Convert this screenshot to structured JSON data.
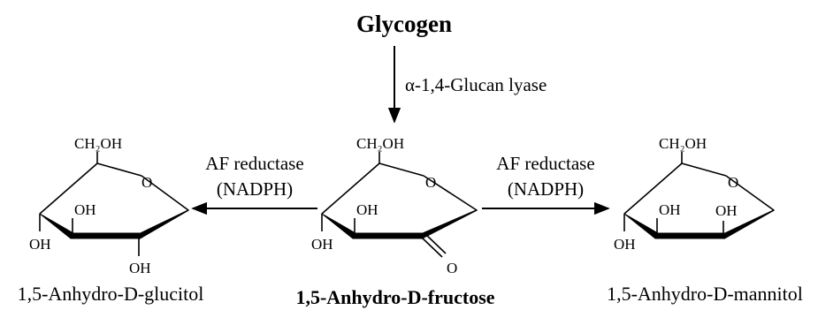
{
  "source": "Glycogen",
  "enzyme_top": "α-1,4-Glucan lyase",
  "enzyme_left": {
    "line1": "AF reductase",
    "line2": "(NADPH)"
  },
  "enzyme_right": {
    "line1": "AF reductase",
    "line2": "(NADPH)"
  },
  "groups": {
    "ch2oh": "CH₂OH",
    "oh": "OH",
    "ring_o": "O",
    "keto_o": "O"
  },
  "compounds": {
    "left": "1,5-Anhydro-D-glucitol",
    "center": "1,5-Anhydro-D-fructose",
    "right": "1,5-Anhydro-D-mannitol"
  },
  "colors": {
    "ink": "#000000",
    "background": "#ffffff"
  }
}
